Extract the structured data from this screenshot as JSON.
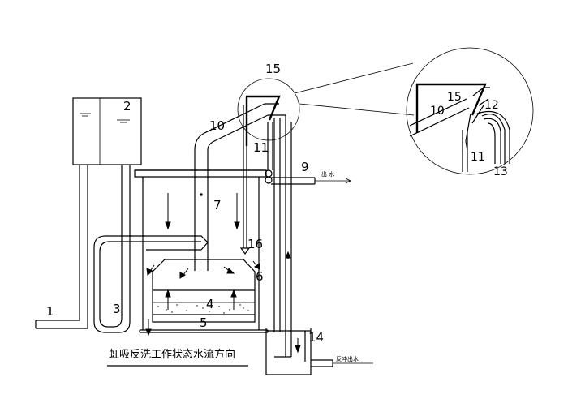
{
  "title": "虹吸反洗工作状态水流方向",
  "labels": {
    "n1": "1",
    "n2": "2",
    "n3": "3",
    "n4": "4",
    "n5": "5",
    "n6": "6",
    "n7": "7",
    "n9": "9",
    "n10": "10",
    "n11": "11",
    "n14": "14",
    "n15": "15",
    "n16": "16",
    "d10": "10",
    "d11": "11",
    "d12": "12",
    "d13": "13",
    "d15": "15"
  },
  "notes": {
    "outlet": "出 水",
    "drain": "反冲出水"
  }
}
